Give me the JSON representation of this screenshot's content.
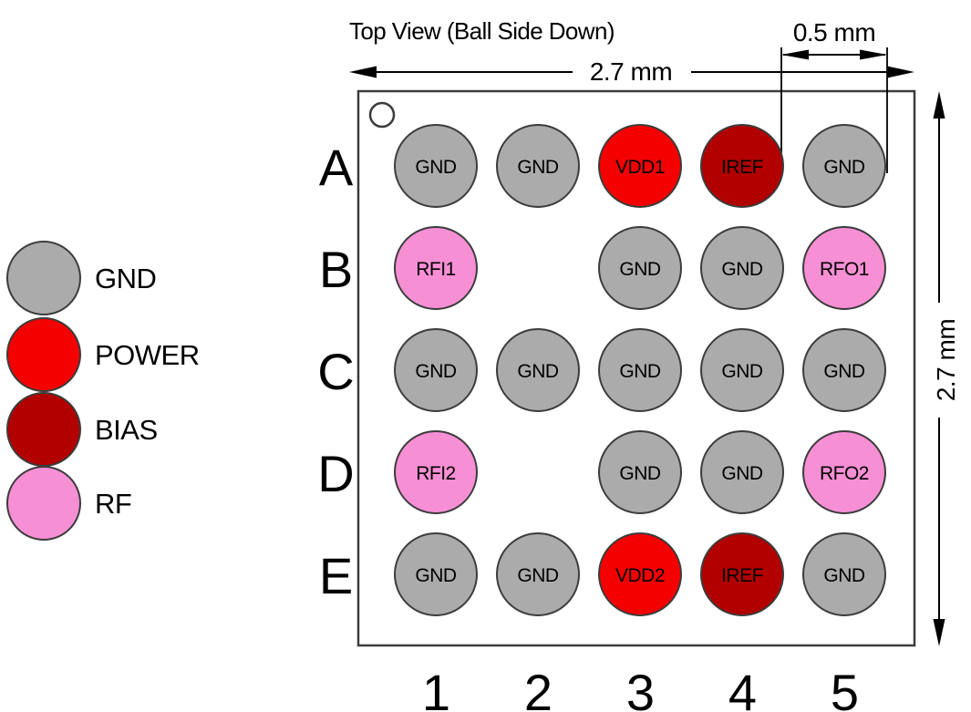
{
  "title": "Top View (Ball Side Down)",
  "dims": {
    "width_label": "2.7 mm",
    "pitch_label": "0.5 mm",
    "height_label": "2.7 mm"
  },
  "legend": {
    "items": [
      {
        "id": "gnd",
        "label": "GND",
        "color": "#ABABAB"
      },
      {
        "id": "power",
        "label": "POWER",
        "color": "#F40000"
      },
      {
        "id": "bias",
        "label": "BIAS",
        "color": "#B20000"
      },
      {
        "id": "rf",
        "label": "RF",
        "color": "#F78FD5"
      }
    ]
  },
  "grid": {
    "row_labels": [
      "A",
      "B",
      "C",
      "D",
      "E"
    ],
    "col_labels": [
      "1",
      "2",
      "3",
      "4",
      "5"
    ],
    "balls": [
      {
        "pos": "A1",
        "label": "GND",
        "type": "gnd"
      },
      {
        "pos": "A2",
        "label": "GND",
        "type": "gnd"
      },
      {
        "pos": "A3",
        "label": "VDD1",
        "type": "power"
      },
      {
        "pos": "A4",
        "label": "IREF",
        "type": "bias"
      },
      {
        "pos": "A5",
        "label": "GND",
        "type": "gnd"
      },
      {
        "pos": "B1",
        "label": "RFI1",
        "type": "rf"
      },
      {
        "pos": "B3",
        "label": "GND",
        "type": "gnd"
      },
      {
        "pos": "B4",
        "label": "GND",
        "type": "gnd"
      },
      {
        "pos": "B5",
        "label": "RFO1",
        "type": "rf"
      },
      {
        "pos": "C1",
        "label": "GND",
        "type": "gnd"
      },
      {
        "pos": "C2",
        "label": "GND",
        "type": "gnd"
      },
      {
        "pos": "C3",
        "label": "GND",
        "type": "gnd"
      },
      {
        "pos": "C4",
        "label": "GND",
        "type": "gnd"
      },
      {
        "pos": "C5",
        "label": "GND",
        "type": "gnd"
      },
      {
        "pos": "D1",
        "label": "RFI2",
        "type": "rf"
      },
      {
        "pos": "D3",
        "label": "GND",
        "type": "gnd"
      },
      {
        "pos": "D4",
        "label": "GND",
        "type": "gnd"
      },
      {
        "pos": "D5",
        "label": "RFO2",
        "type": "rf"
      },
      {
        "pos": "E1",
        "label": "GND",
        "type": "gnd"
      },
      {
        "pos": "E2",
        "label": "GND",
        "type": "gnd"
      },
      {
        "pos": "E3",
        "label": "VDD2",
        "type": "power"
      },
      {
        "pos": "E4",
        "label": "IREF",
        "type": "bias"
      },
      {
        "pos": "E5",
        "label": "GND",
        "type": "gnd"
      }
    ]
  }
}
